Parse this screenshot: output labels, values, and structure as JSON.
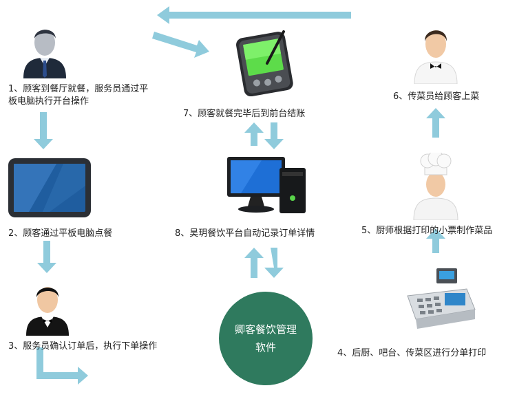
{
  "steps": {
    "s1": "1、顾客到餐厅就餐，服务员通过平板电脑执行开台操作",
    "s2": "2、顾客通过平板电脑点餐",
    "s3": "3、服务员确认订单后，执行下单操作",
    "s4": "4、后厨、吧台、传菜区进行分单打印",
    "s5": "5、厨师根据打印的小票制作菜品",
    "s6": "6、传菜员给顾客上菜",
    "s7": "7、顾客就餐完毕后到前台结账",
    "s8": "8、昊玥餐饮平台自动记录订单详情"
  },
  "software": {
    "line1": "卿客餐饮管理",
    "line2": "软件"
  },
  "colors": {
    "arrow": "#8fcbdc",
    "circle": "#2f7a5e"
  },
  "icons": [
    "customer-icon",
    "pda-icon",
    "tablet-icon",
    "waiter-icon",
    "desktop-computer-icon",
    "waiter-server-icon",
    "chef-icon",
    "cash-register-printer-icon"
  ]
}
